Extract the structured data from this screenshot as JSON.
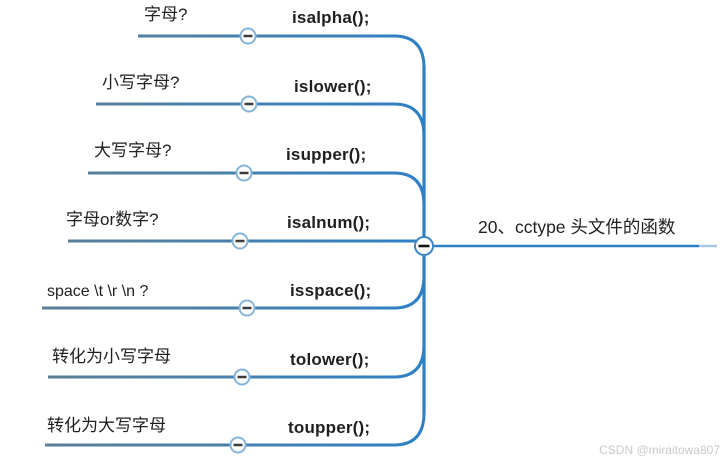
{
  "root": {
    "label": "20、cctype 头文件的函数"
  },
  "branches": [
    {
      "label": "字母?",
      "function": "isalpha();"
    },
    {
      "label": "小写字母?",
      "function": "islower();"
    },
    {
      "label": "大写字母?",
      "function": "isupper();"
    },
    {
      "label": "字母or数字?",
      "function": "isalnum();"
    },
    {
      "label": "space \\t \\r \\n ?",
      "function": "isspace();"
    },
    {
      "label": "转化为小写字母",
      "function": "tolower();"
    },
    {
      "label": "转化为大写字母",
      "function": "toupper();"
    }
  ],
  "watermark": "CSDN @miraitowa807",
  "colors": {
    "wire_blue": "#2e80c6",
    "wire_steel": "#5d7f94",
    "wire_faded_tip": "#a5c8e6",
    "collapse_ring": "#85b4da",
    "collapse_dash": "#3c3c3c",
    "root_ring": "#3e86c4",
    "root_dash": "#111111",
    "text": "#1f1f1f",
    "watermark_gray": "#c9c9c9"
  },
  "icons": {
    "branch_toggle": "minus-icon",
    "root_toggle": "minus-icon"
  }
}
